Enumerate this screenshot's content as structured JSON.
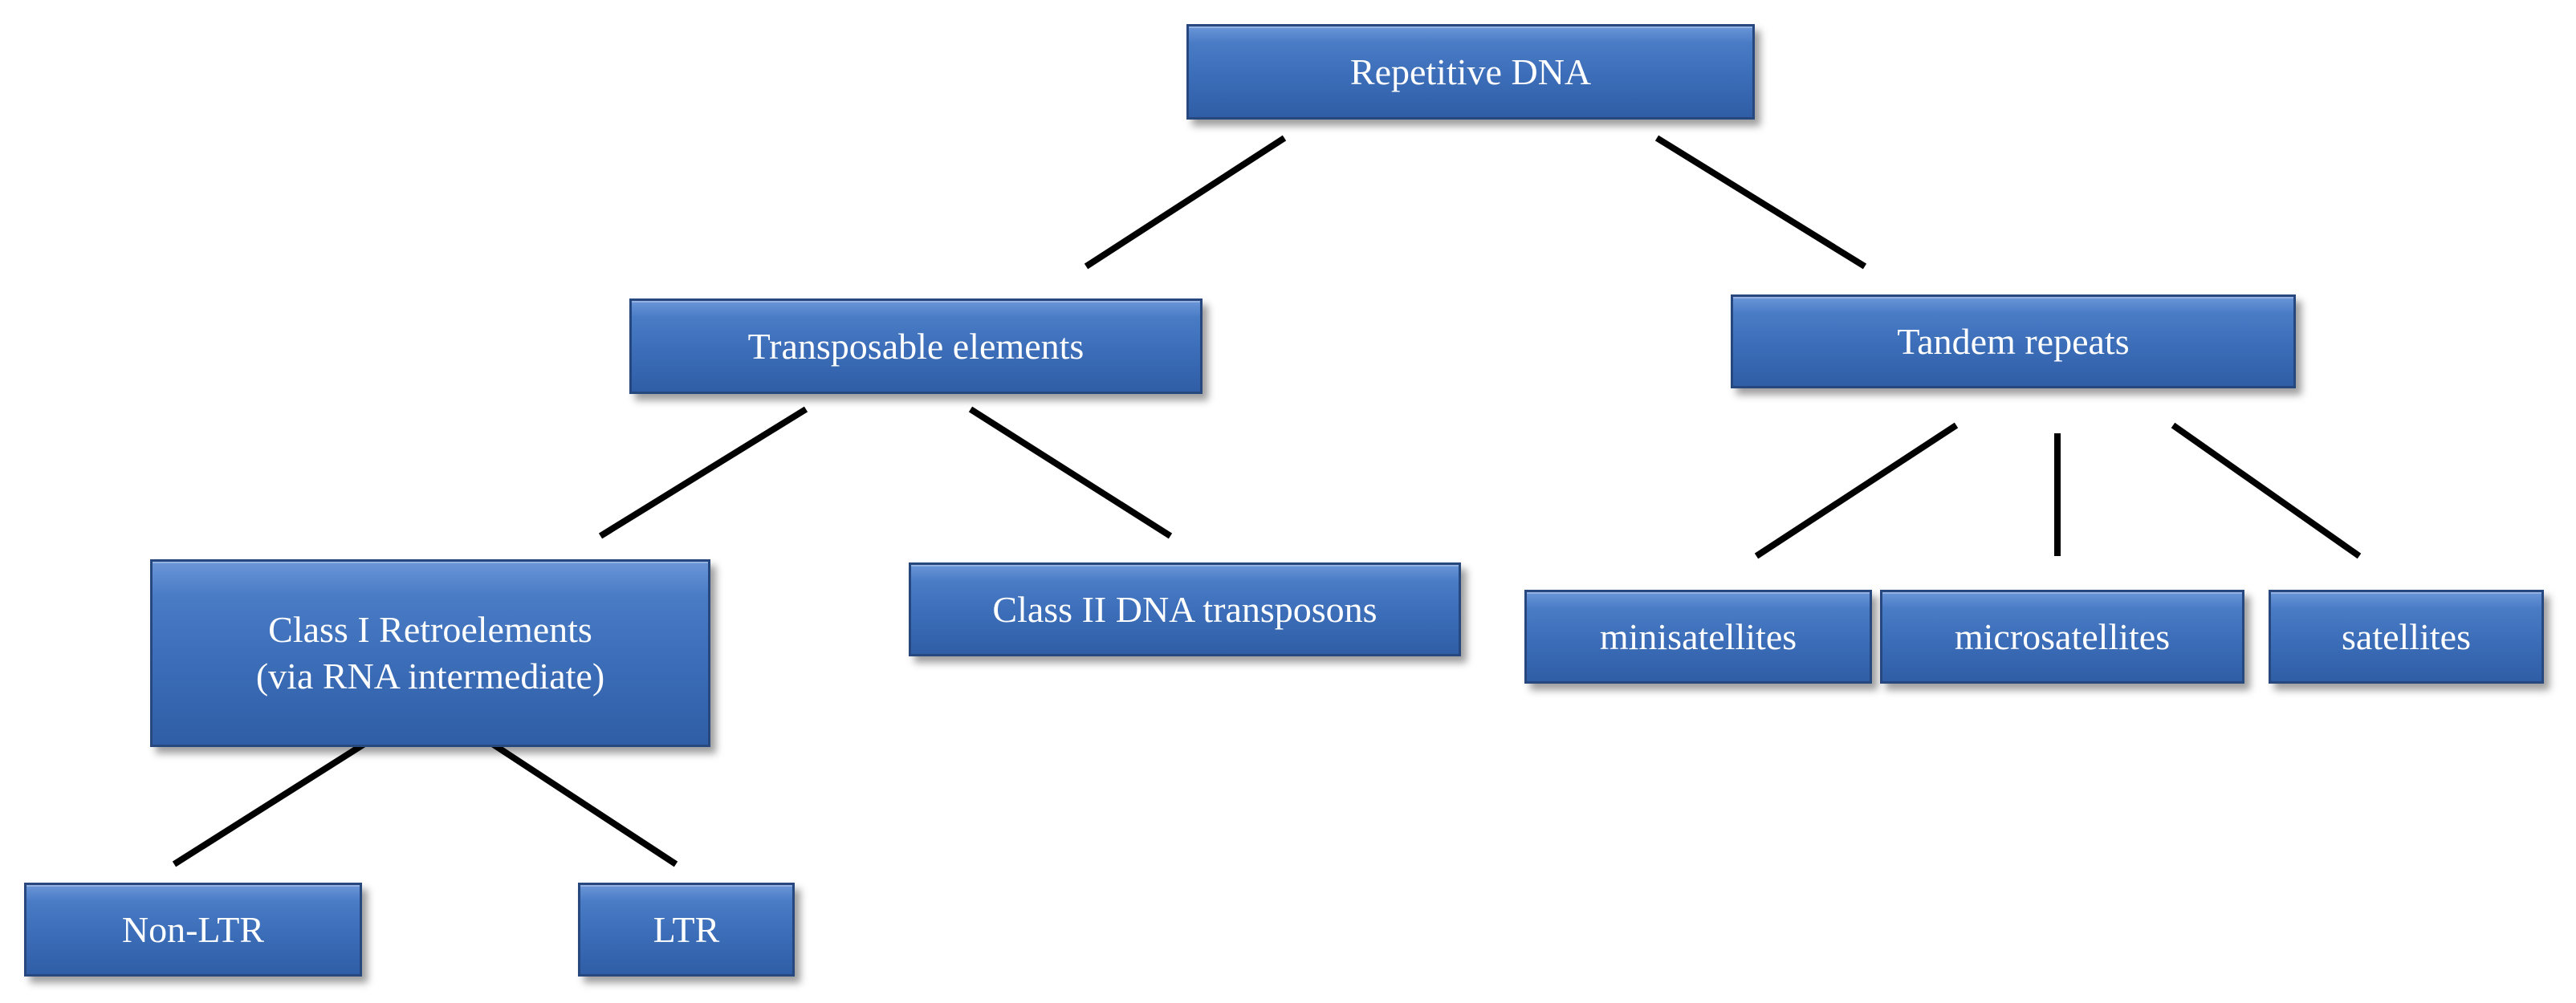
{
  "diagram": {
    "root": "Repetitive DNA",
    "transposable": "Transposable elements",
    "tandem": "Tandem repeats",
    "class1": "Class I Retroelements\n(via RNA intermediate)",
    "class2": "Class II DNA transposons",
    "minisatellites": "minisatellites",
    "microsatellites": "microsatellites",
    "satellites": "satellites",
    "non_ltr": "Non-LTR",
    "ltr": "LTR"
  },
  "colors": {
    "box_fill": "#3c6db8",
    "box_border": "#26487f",
    "text": "#ffffff",
    "connector": "#000000"
  }
}
